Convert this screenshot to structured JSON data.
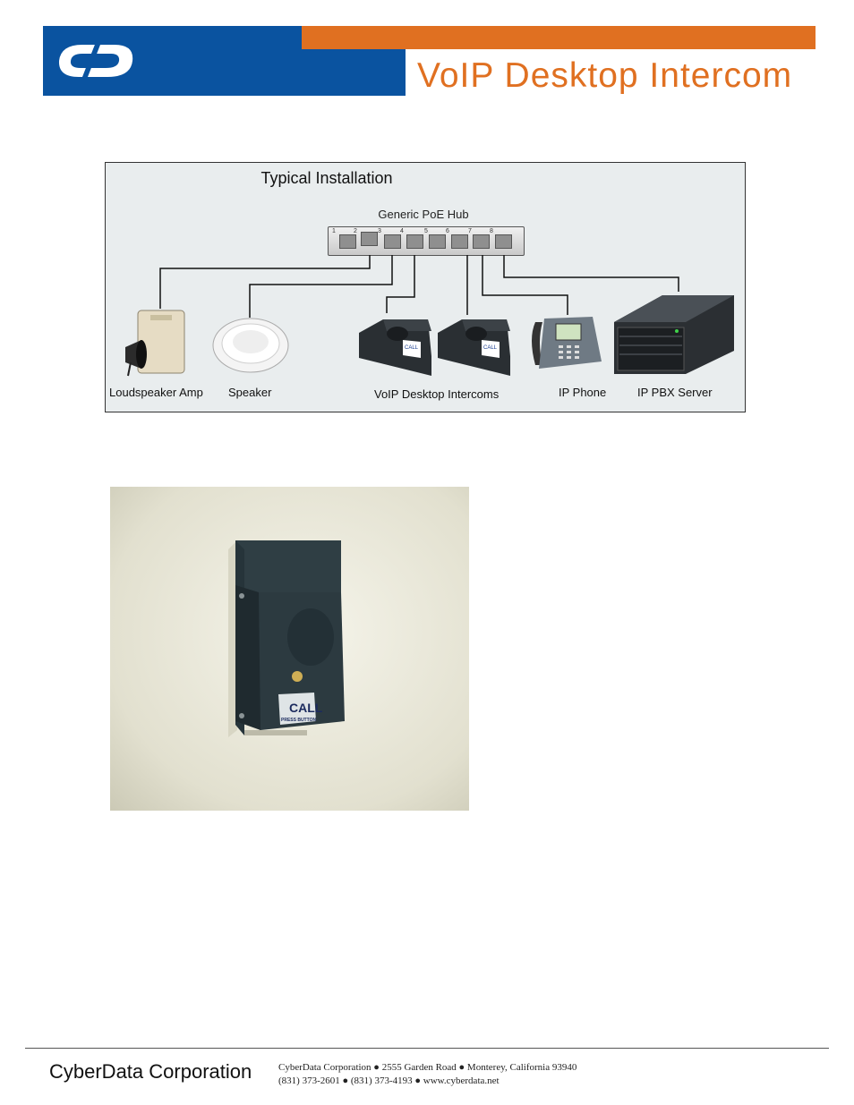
{
  "header": {
    "logo_alt": "CD",
    "title": "VoIP Desktop Intercom",
    "colors": {
      "brand_blue": "#0a53a0",
      "accent_orange": "#e07021"
    }
  },
  "diagram": {
    "title": "Typical Installation",
    "hub_label": "Generic PoE Hub",
    "port_numbers": [
      "1",
      "2",
      "3",
      "4",
      "5",
      "6",
      "7",
      "8"
    ],
    "devices": {
      "loudspeaker_amp": "Loudspeaker Amp",
      "speaker": "Speaker",
      "intercoms": "VoIP Desktop Intercoms",
      "ip_phone": "IP Phone",
      "pbx_server": "IP PBX Server"
    },
    "intercom_badge": "CALL"
  },
  "photo": {
    "badge_main": "CALL",
    "badge_sub": "PRESS BUTTON"
  },
  "footer": {
    "company": "CyberData Corporation",
    "address_line": "CyberData Corporation ● 2555 Garden Road ● Monterey, California 93940",
    "contact_line": "(831) 373-2601 ● (831) 373-4193 ● www.cyberdata.net"
  }
}
